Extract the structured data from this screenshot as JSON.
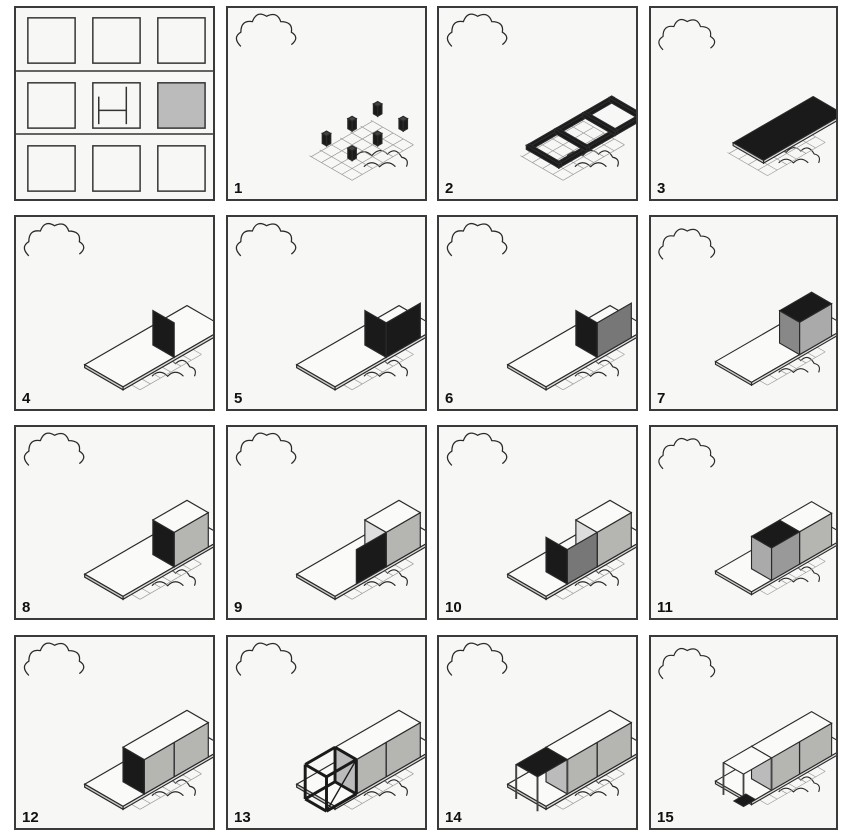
{
  "steps": [
    {
      "label": "1",
      "desc_key": "foundation-posts"
    },
    {
      "label": "2",
      "desc_key": "floor-frame"
    },
    {
      "label": "3",
      "desc_key": "floor-deck"
    },
    {
      "label": "4",
      "desc_key": "first-wall"
    },
    {
      "label": "5",
      "desc_key": "corner-walls"
    },
    {
      "label": "6",
      "desc_key": "opposite-walls"
    },
    {
      "label": "7",
      "desc_key": "roof-module"
    },
    {
      "label": "8",
      "desc_key": "closed-module"
    },
    {
      "label": "9",
      "desc_key": "add-wall"
    },
    {
      "label": "10",
      "desc_key": "add-walls"
    },
    {
      "label": "11",
      "desc_key": "second-roof"
    },
    {
      "label": "12",
      "desc_key": "two-modules"
    },
    {
      "label": "13",
      "desc_key": "open-frame"
    },
    {
      "label": "14",
      "desc_key": "porch-roof"
    },
    {
      "label": "15",
      "desc_key": "complete"
    }
  ],
  "colors": {
    "line": "#2a2a2a",
    "dark": "#1a1a1a",
    "mid": "#8a8a8a",
    "light": "#f7f7f5"
  }
}
